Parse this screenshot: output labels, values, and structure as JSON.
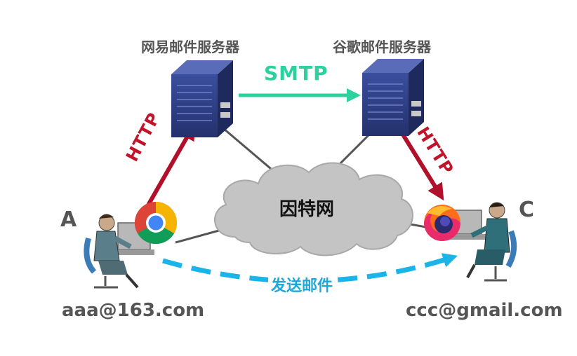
{
  "servers": {
    "left_label": "网易邮件服务器",
    "right_label": "谷歌邮件服务器"
  },
  "protocols": {
    "smtp": "SMTP",
    "http_left": "HTTP",
    "http_right": "HTTP"
  },
  "cloud": {
    "label": "因特网"
  },
  "nodes": {
    "a_letter": "A",
    "c_letter": "C",
    "a_email": "aaa@163.com",
    "c_email": "ccc@gmail.com"
  },
  "send_label": "发送邮件",
  "colors": {
    "smtp_arrow": "#2bd29e",
    "http_arrow": "#b0102a",
    "send_arrow": "#1bb4e8",
    "server_body": "#2e3f86",
    "cloud_fill": "#c4c4c4",
    "line": "#555555"
  },
  "icons": {
    "left_browser": "chrome-icon",
    "right_browser": "firefox-icon",
    "left_user": "user-at-computer-icon",
    "right_user": "user-at-computer-icon"
  }
}
